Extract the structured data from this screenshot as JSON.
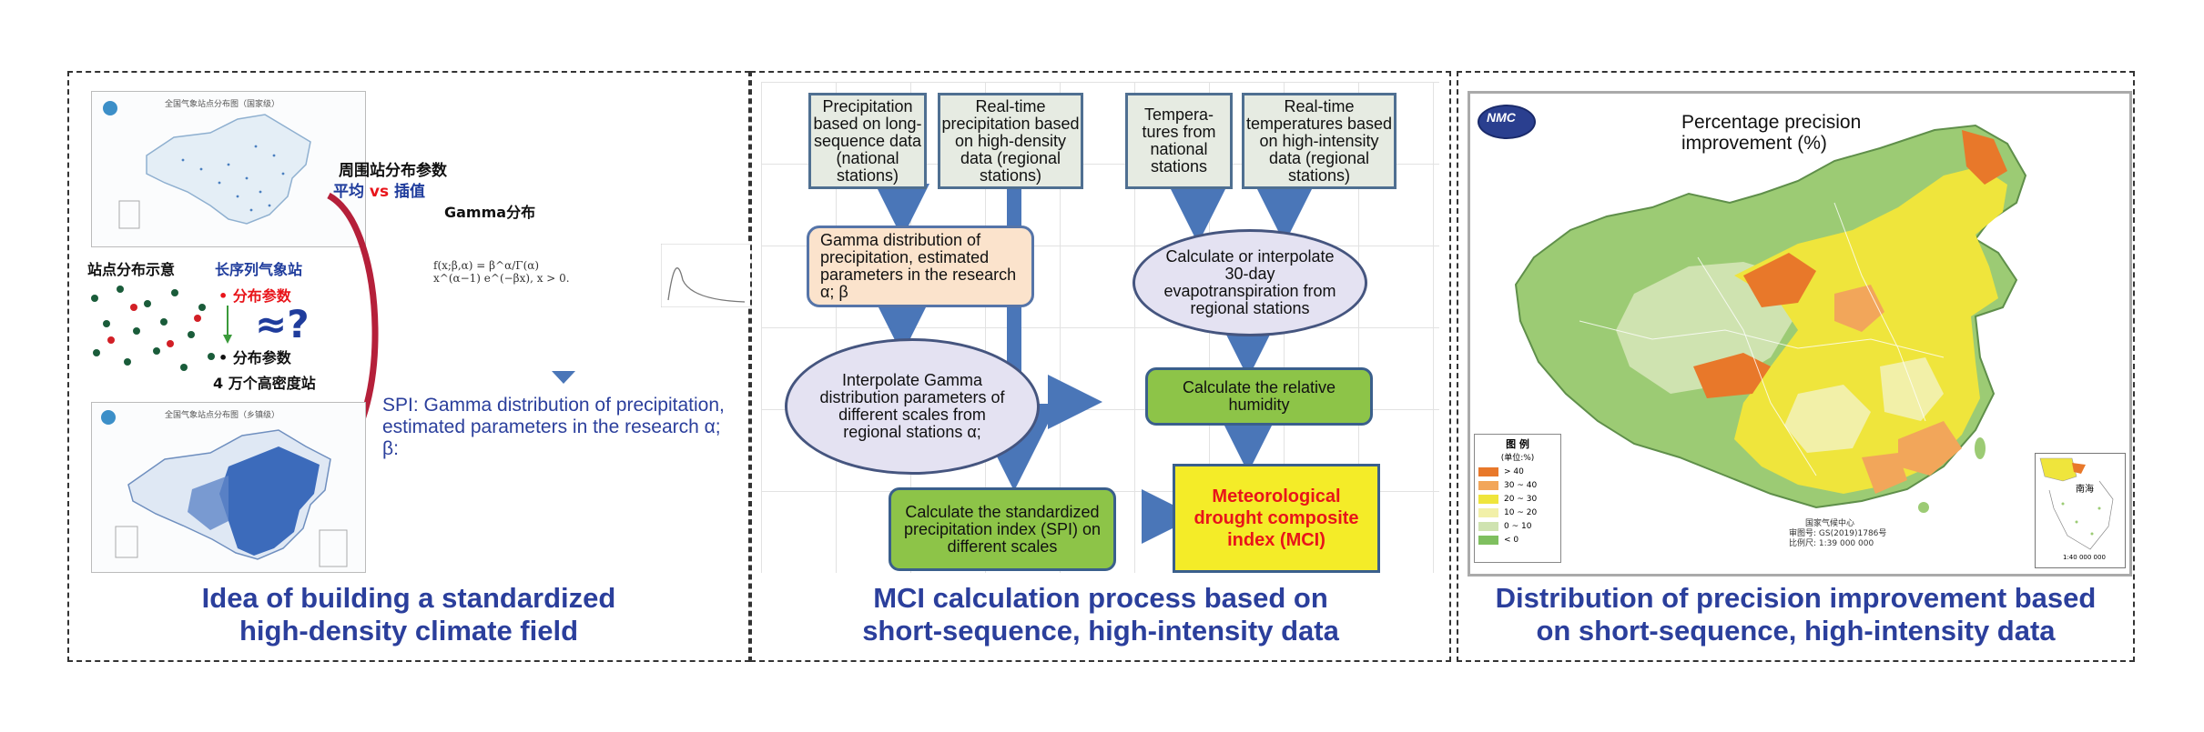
{
  "left": {
    "caption_line1": "Idea of building a standardized",
    "caption_line2": "high-density climate field",
    "map_top_title": "全国气象站点分布图（国家级）",
    "map_bottom_title": "全国气象站点分布图（乡镇级）",
    "label_surrounding_params": "周围站分布参数",
    "label_mean": "平均",
    "label_vs": "vs",
    "label_interp": "插值",
    "label_gamma": "Gamma分布",
    "label_station_demo": "站点分布示意",
    "label_long_seq": "长序列气象站",
    "label_dist_param_red": "分布参数",
    "label_dist_param": "分布参数",
    "label_approx": "≈?",
    "label_high_density": "4 万个高密度站",
    "formula": "f(x;β,α) = β^α/Γ(α) x^(α−1) e^(−βx), x > 0.",
    "spi_note": "SPI: Gamma distribution of precipitation, estimated parameters in the research α; β:"
  },
  "middle": {
    "caption_line1": "MCI calculation process based on",
    "caption_line2": "short-sequence, high-intensity data",
    "src1": "Precipitation based on long-sequence data (national stations)",
    "src2": "Real-time precipitation based on high-density data (regional stations)",
    "src3": "Tempera-tures from national stations",
    "src4": "Real-time temperatures based on high-intensity data (regional stations)",
    "gamma_box": "Gamma distribution of precipitation, estimated parameters in the research α; β",
    "interp_ellipse": "Interpolate Gamma distribution parameters of different scales from regional stations α;",
    "evap_ellipse": "Calculate or interpolate 30-day evapotranspiration from regional stations",
    "humidity_box": "Calculate the relative humidity",
    "spi_box": "Calculate the standardized precipitation index (SPI) on different scales",
    "mci_box": "Meteorological drought composite index (MCI)"
  },
  "right": {
    "caption_line1": "Distribution of precision improvement based",
    "caption_line2": "on short-sequence, high-intensity data",
    "map_title": "Percentage precision improvement (%)",
    "logo_text": "NMC",
    "legend_title": "图 例",
    "legend_unit": "(单位:%)",
    "legend_items": [
      {
        "label": "> 40",
        "color": "#e8782a"
      },
      {
        "label": "30 ~ 40",
        "color": "#f2a65a"
      },
      {
        "label": "20 ~ 30",
        "color": "#efe53c"
      },
      {
        "label": "10 ~ 20",
        "color": "#f2f0a8"
      },
      {
        "label": "0 ~ 10",
        "color": "#cfe3b0"
      },
      {
        "label": "< 0",
        "color": "#7fbf5f"
      }
    ],
    "footer_org": "国家气候中心",
    "footer_approval": "审图号: GS(2019)1786号",
    "footer_scale": "比例尺: 1:39 000 000",
    "inset_label": "南海",
    "inset_scale": "1:40 000 000"
  }
}
